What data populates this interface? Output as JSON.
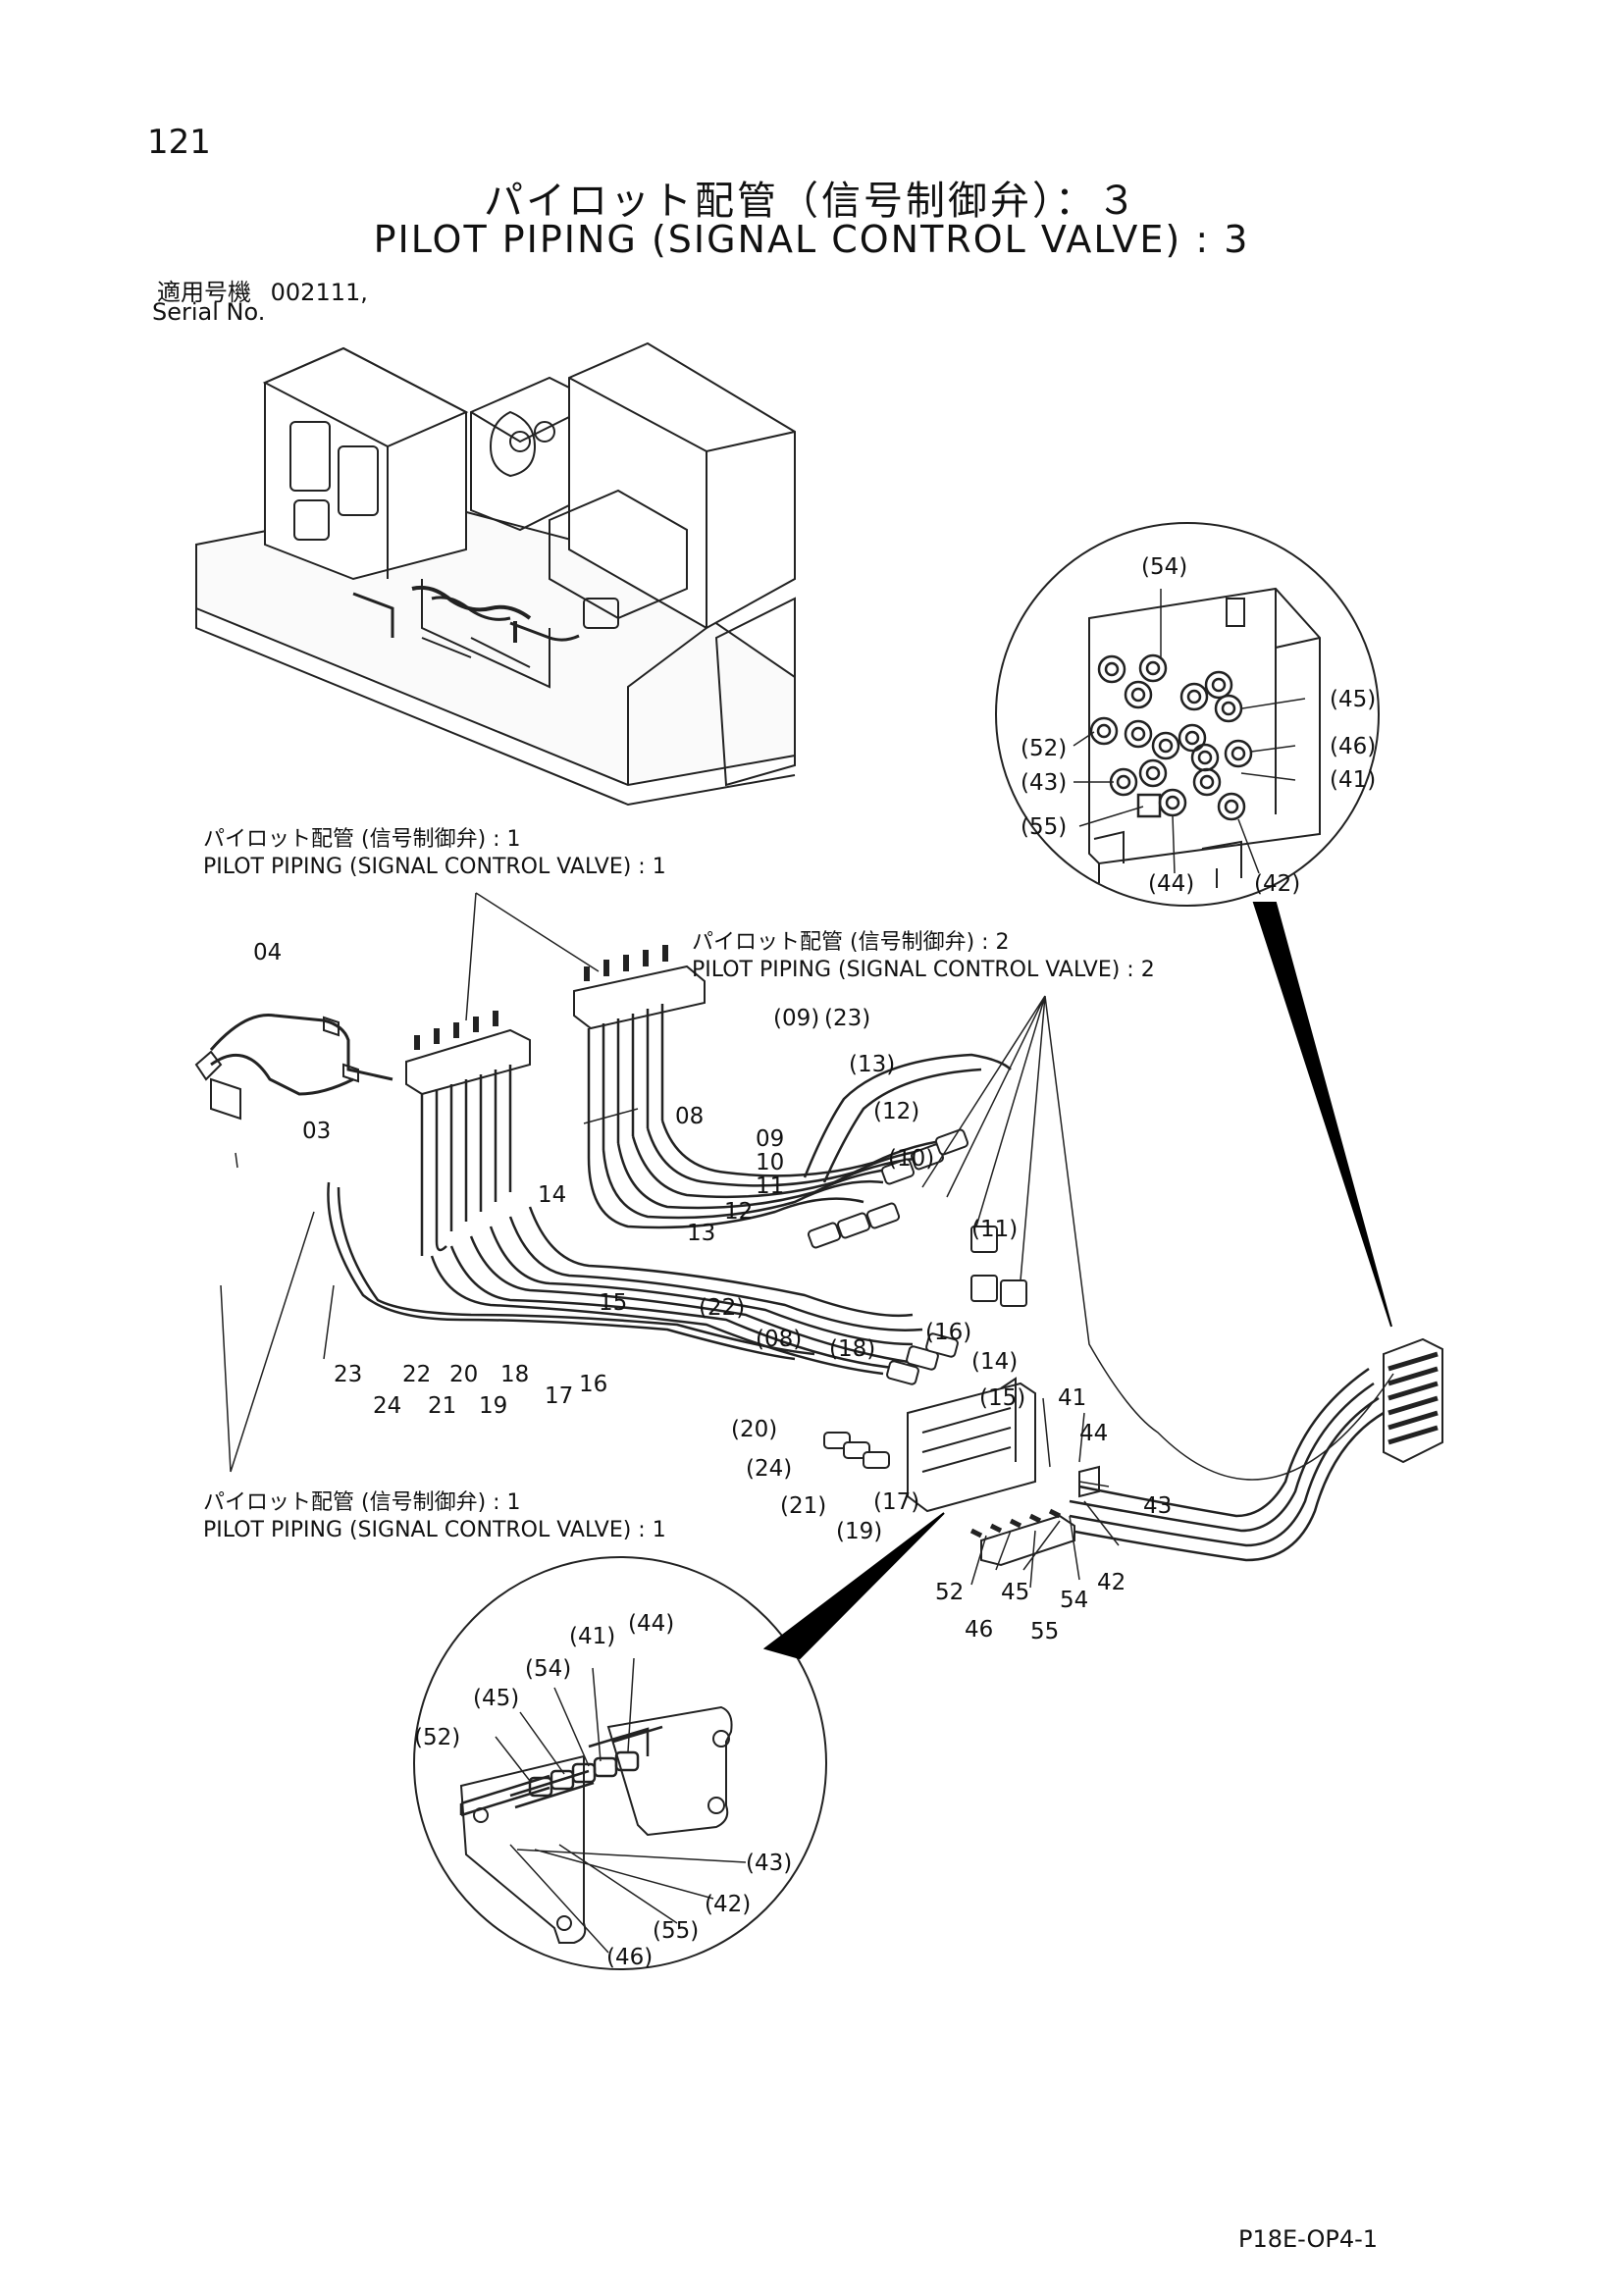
{
  "page_number": "121",
  "title_jp": "パイロット配管（信号制御弁）：３",
  "title_en": "PILOT PIPING (SIGNAL CONTROL VALVE) : 3",
  "serial": {
    "label_jp": "適用号機",
    "value": "002111,",
    "label_en": "Serial No."
  },
  "callouts": {
    "a_jp": "パイロット配管 (信号制御弁) : 1",
    "a_en": "PILOT PIPING (SIGNAL CONTROL VALVE) : 1",
    "b_jp": "パイロット配管 (信号制御弁) : 2",
    "b_en": "PILOT PIPING (SIGNAL CONTROL VALVE) : 2",
    "c_jp": "パイロット配管 (信号制御弁) : 1",
    "c_en": "PILOT PIPING (SIGNAL CONTROL VALVE) : 1"
  },
  "labels": {
    "main": [
      "04",
      "03",
      "08",
      "09",
      "10",
      "11",
      "12",
      "13",
      "14",
      "15",
      "16",
      "17",
      "18",
      "19",
      "20",
      "21",
      "22",
      "23",
      "24"
    ],
    "hose_refs": [
      "(09)",
      "(23)",
      "(13)",
      "(12)",
      "(10)",
      "(11)",
      "(22)",
      "(08)",
      "(16)",
      "(14)",
      "(15)",
      "(18)",
      "(20)",
      "(24)",
      "(21)",
      "(19)",
      "(17)"
    ],
    "bracket": [
      "41",
      "44",
      "43",
      "42",
      "54",
      "55",
      "45",
      "46",
      "52"
    ],
    "top_detail": [
      "(54)",
      "(45)",
      "(52)",
      "(46)",
      "(43)",
      "(41)",
      "(55)",
      "(44)",
      "(42)"
    ],
    "bottom_detail": [
      "(44)",
      "(41)",
      "(54)",
      "(45)",
      "(52)",
      "(43)",
      "(42)",
      "(55)",
      "(46)"
    ]
  },
  "footer_code": "P18E-OP4-1"
}
